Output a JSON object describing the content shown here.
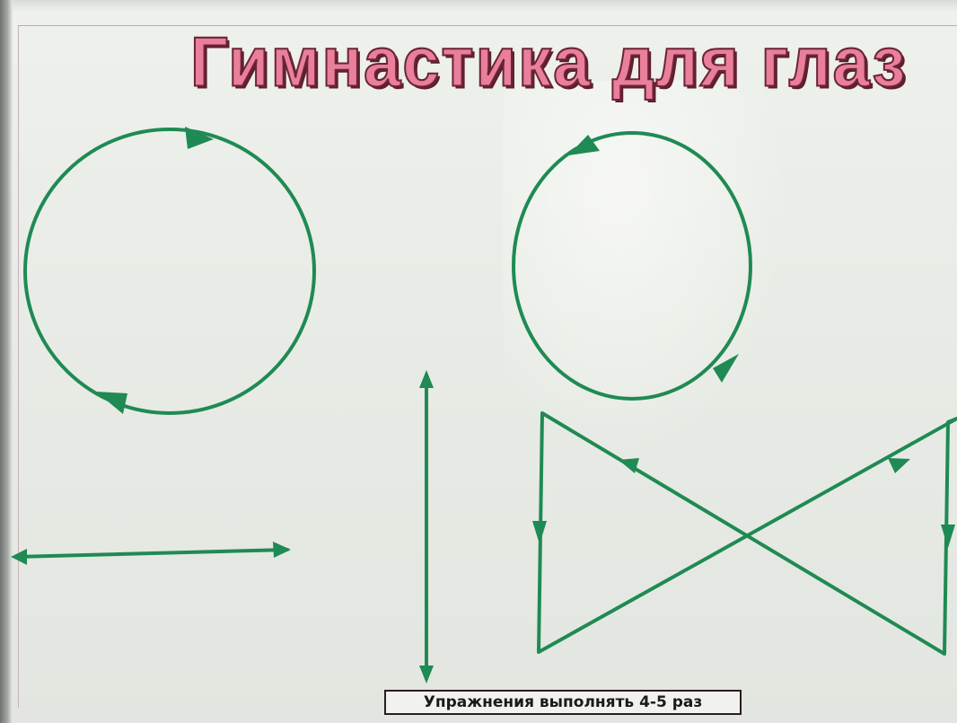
{
  "poster": {
    "title": "Гимнастика для глаз",
    "footer": "Упражнения выполнять 4-5 раз"
  },
  "colors": {
    "line": "#1f8a54",
    "title_fill": "#e97f9a",
    "title_outline": "#6b2436",
    "board": "#eaede7"
  },
  "figures": [
    {
      "name": "circle-clockwise",
      "shape": "circle",
      "direction": "clockwise"
    },
    {
      "name": "circle-counterclockwise",
      "shape": "circle",
      "direction": "counterclockwise"
    },
    {
      "name": "horizontal-line",
      "shape": "double-arrow",
      "orientation": "horizontal"
    },
    {
      "name": "vertical-line",
      "shape": "double-arrow",
      "orientation": "vertical"
    },
    {
      "name": "figure-bowtie",
      "shape": "bowtie",
      "direction": "down-diagonal-down-diagonal"
    }
  ]
}
